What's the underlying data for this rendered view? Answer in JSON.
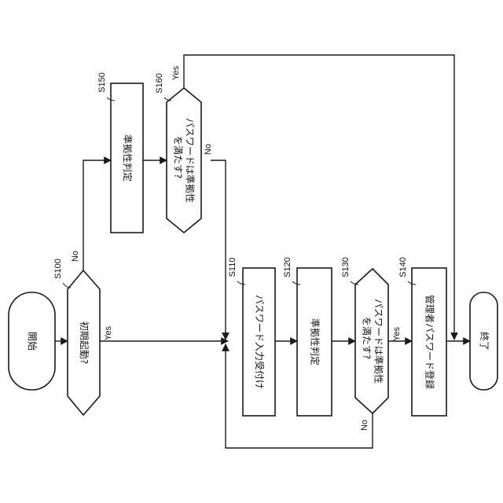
{
  "nodes": {
    "start": "開始",
    "s100": "初期起動?",
    "s110": "パスワード入力受付け",
    "s120": "準拠性判定",
    "s130_line1": "パスワードは準拠性",
    "s130_line2": "を満たす?",
    "s140": "管理者パスワード登録",
    "s150": "準拠性判定",
    "s160_line1": "パスワードは準拠性",
    "s160_line2": "を満たす?",
    "end": "終了"
  },
  "steps": {
    "s100": "S100",
    "s110": "S110",
    "s120": "S120",
    "s130": "S130",
    "s140": "S140",
    "s150": "S150",
    "s160": "S160"
  },
  "edge_labels": {
    "s100_yes": "Yes",
    "s100_no": "No",
    "s130_yes": "Yes",
    "s130_no": "No",
    "s160_yes": "Yes",
    "s160_no": "No"
  }
}
